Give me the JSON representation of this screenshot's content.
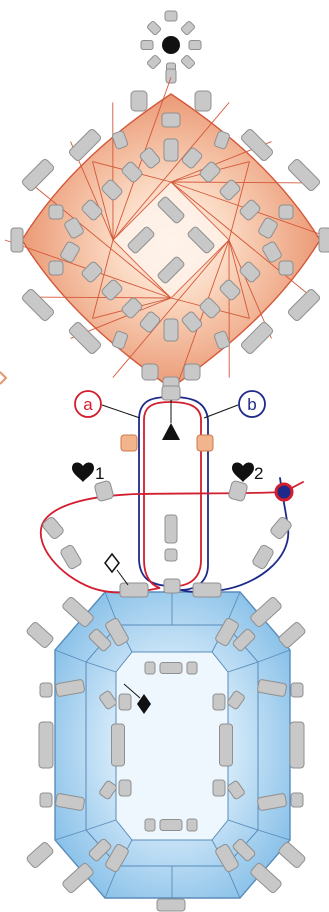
{
  "labels": {
    "thread_a": "a",
    "thread_b": "b",
    "heart_1_number": "1",
    "heart_2_number": "2"
  },
  "colors": {
    "bead": "#c8c8c8",
    "bead_stroke": "#8f8f8f",
    "orange_outer": "#e8946a",
    "orange_inner": "#fde8da",
    "orange_line": "#d4583a",
    "blue_outer": "#8fc4ea",
    "blue_inner": "#e3f2fc",
    "blue_line": "#5a8cba",
    "thread_red": "#d21e2e",
    "thread_blue": "#1e2a8a",
    "mark": "#111111"
  }
}
